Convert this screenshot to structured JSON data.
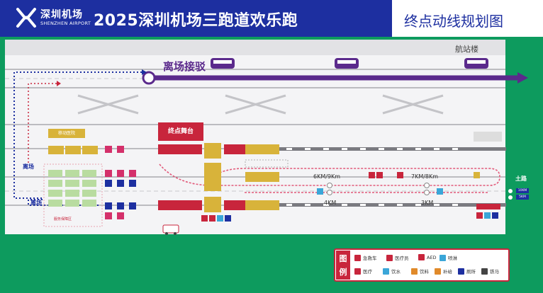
{
  "header": {
    "logo_cn": "深圳机场",
    "logo_en": "SHENZHEN AIRPORT",
    "title": "2025深圳机场三跑道欢乐跑",
    "subtitle": "终点动线规划图"
  },
  "map": {
    "terminal": "航站楼",
    "leave_shuttle": "离场接驳",
    "finish_stage": "终点舞台",
    "mobile_hospital": "移动医院",
    "leave_labels": [
      "离场",
      "离场"
    ],
    "distance_labels": [
      "6KM/9Km",
      "7KM/8Km",
      "4KM",
      "3KM"
    ],
    "road_label": "土路",
    "distance_tags": [
      "10KM",
      "5KM"
    ],
    "zone_label": "服务保障区"
  },
  "legend": {
    "title": "图例",
    "items": [
      {
        "label": "急救车",
        "icon": "ambulance-icon",
        "color": "#c8253c"
      },
      {
        "label": "医疗员",
        "icon": "medic-icon",
        "color": "#c8253c"
      },
      {
        "label": "AED",
        "icon": "aed-icon",
        "color": "#c8253c"
      },
      {
        "label": "喷淋",
        "icon": "sprinkler-icon",
        "color": "#3aa6d8"
      },
      {
        "label": "医疗",
        "icon": "medical-icon",
        "color": "#c8253c"
      },
      {
        "label": "饮水",
        "icon": "water-icon",
        "color": "#3aa6d8"
      },
      {
        "label": "饮料",
        "icon": "drink-icon",
        "color": "#e08a2a"
      },
      {
        "label": "补给",
        "icon": "supply-icon",
        "color": "#e08a2a"
      },
      {
        "label": "厕所",
        "icon": "toilet-icon",
        "color": "#1d2fa0"
      },
      {
        "label": "铁马",
        "icon": "barrier-icon",
        "color": "#444444"
      }
    ]
  },
  "colors": {
    "header_blue": "#1d2fa0",
    "shuttle_purple": "#5b2a8c",
    "route_red": "#c8253c",
    "background_green": "#0d9b5e",
    "zone_gold": "#d8b33a"
  }
}
